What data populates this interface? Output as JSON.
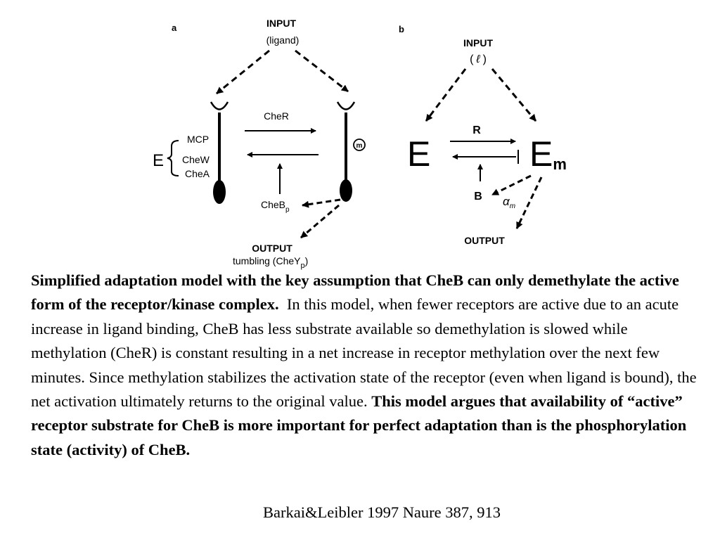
{
  "panel_a": {
    "panel_letter": "a",
    "input_label": "INPUT",
    "input_sub": "(ligand)",
    "e_symbol": "E",
    "mcp_label": "MCP",
    "chew_label": "CheW",
    "chea_label": "CheA",
    "cher_label": "CheR",
    "cheb_main": "CheB",
    "cheb_sub": "p",
    "methyl_mark": "m",
    "output_label": "OUTPUT",
    "output_sub_main": "tumbling (CheY",
    "output_sub_subscript": "p",
    "output_sub_close": ")"
  },
  "panel_b": {
    "panel_letter": "b",
    "input_label": "INPUT",
    "input_sub_open": "(",
    "input_sub_symbol": "ℓ",
    "input_sub_close": ")",
    "e_label": "E",
    "em_main": "E",
    "em_sub": "m",
    "r_label": "R",
    "b_label": "B",
    "alpha_main": "α",
    "alpha_sub": "m",
    "output_label": "OUTPUT"
  },
  "caption": {
    "bold_intro": "Simplified adaptation model with the key assumption that CheB can only demethylate the active form of the receptor/kinase complex.",
    "body": "In this model, when fewer receptors are active due to an acute increase in ligand binding, CheB has less substrate available so demethylation is slowed while methylation (CheR) is constant resulting in a net increase in receptor methylation over the next few minutes.  Since methylation stabilizes the activation state of the receptor (even when ligand is bound), the net activation ultimately returns to the original value.",
    "bold_conclusion": "This model argues that availability of “active” receptor substrate for CheB is more important for perfect adaptation than is the phosphorylation state (activity) of CheB."
  },
  "citation": "Barkai&Leibler 1997 Naure 387, 913"
}
